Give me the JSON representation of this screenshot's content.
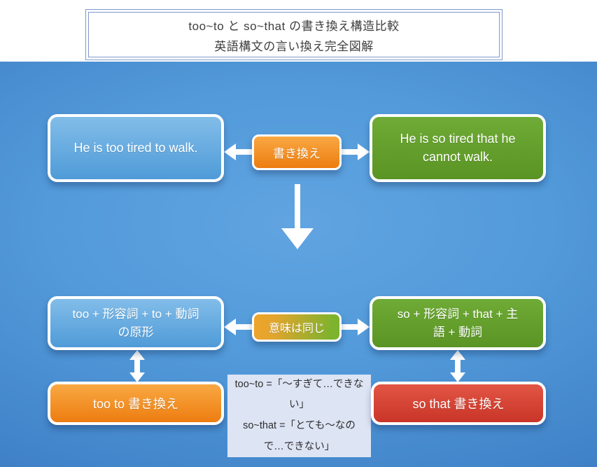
{
  "colors": {
    "background_center": "#61a4e1",
    "background_edge": "#3370b7",
    "blue_box": "#4f9bd8",
    "green_box": "#5a9424",
    "orange_box": "#ed7d10",
    "red_box": "#c93528",
    "equivalence_gradient_left": "#f0a42c",
    "equivalence_gradient_right": "#7db32d",
    "note_background": "#dde4f4",
    "title_border": "#7e99cb",
    "arrow_color": "#ffffff"
  },
  "title": {
    "line1": "too~to と so~that の書き換え構造比較",
    "line2": "英語構文の言い換え完全図解"
  },
  "example_row": {
    "too_sentence": "He is too tired to walk.",
    "swap_label": "書き換え",
    "so_sentence": "He is so tired that he cannot walk."
  },
  "structure_row": {
    "too_pattern_line1": "too + 形容詞 + to + 動詞",
    "too_pattern_line2": "の原形",
    "equivalence_label": "意味は同じ",
    "so_pattern_line1": "so + 形容詞 + that + 主",
    "so_pattern_line2": "語 + 動詞"
  },
  "label_row": {
    "too_label": "too to 書き換え",
    "note_line1": "too~to =「〜すぎて…できない」",
    "note_line2": "so~that =「とても〜なので…できない」",
    "so_label": "so that 書き換え"
  }
}
